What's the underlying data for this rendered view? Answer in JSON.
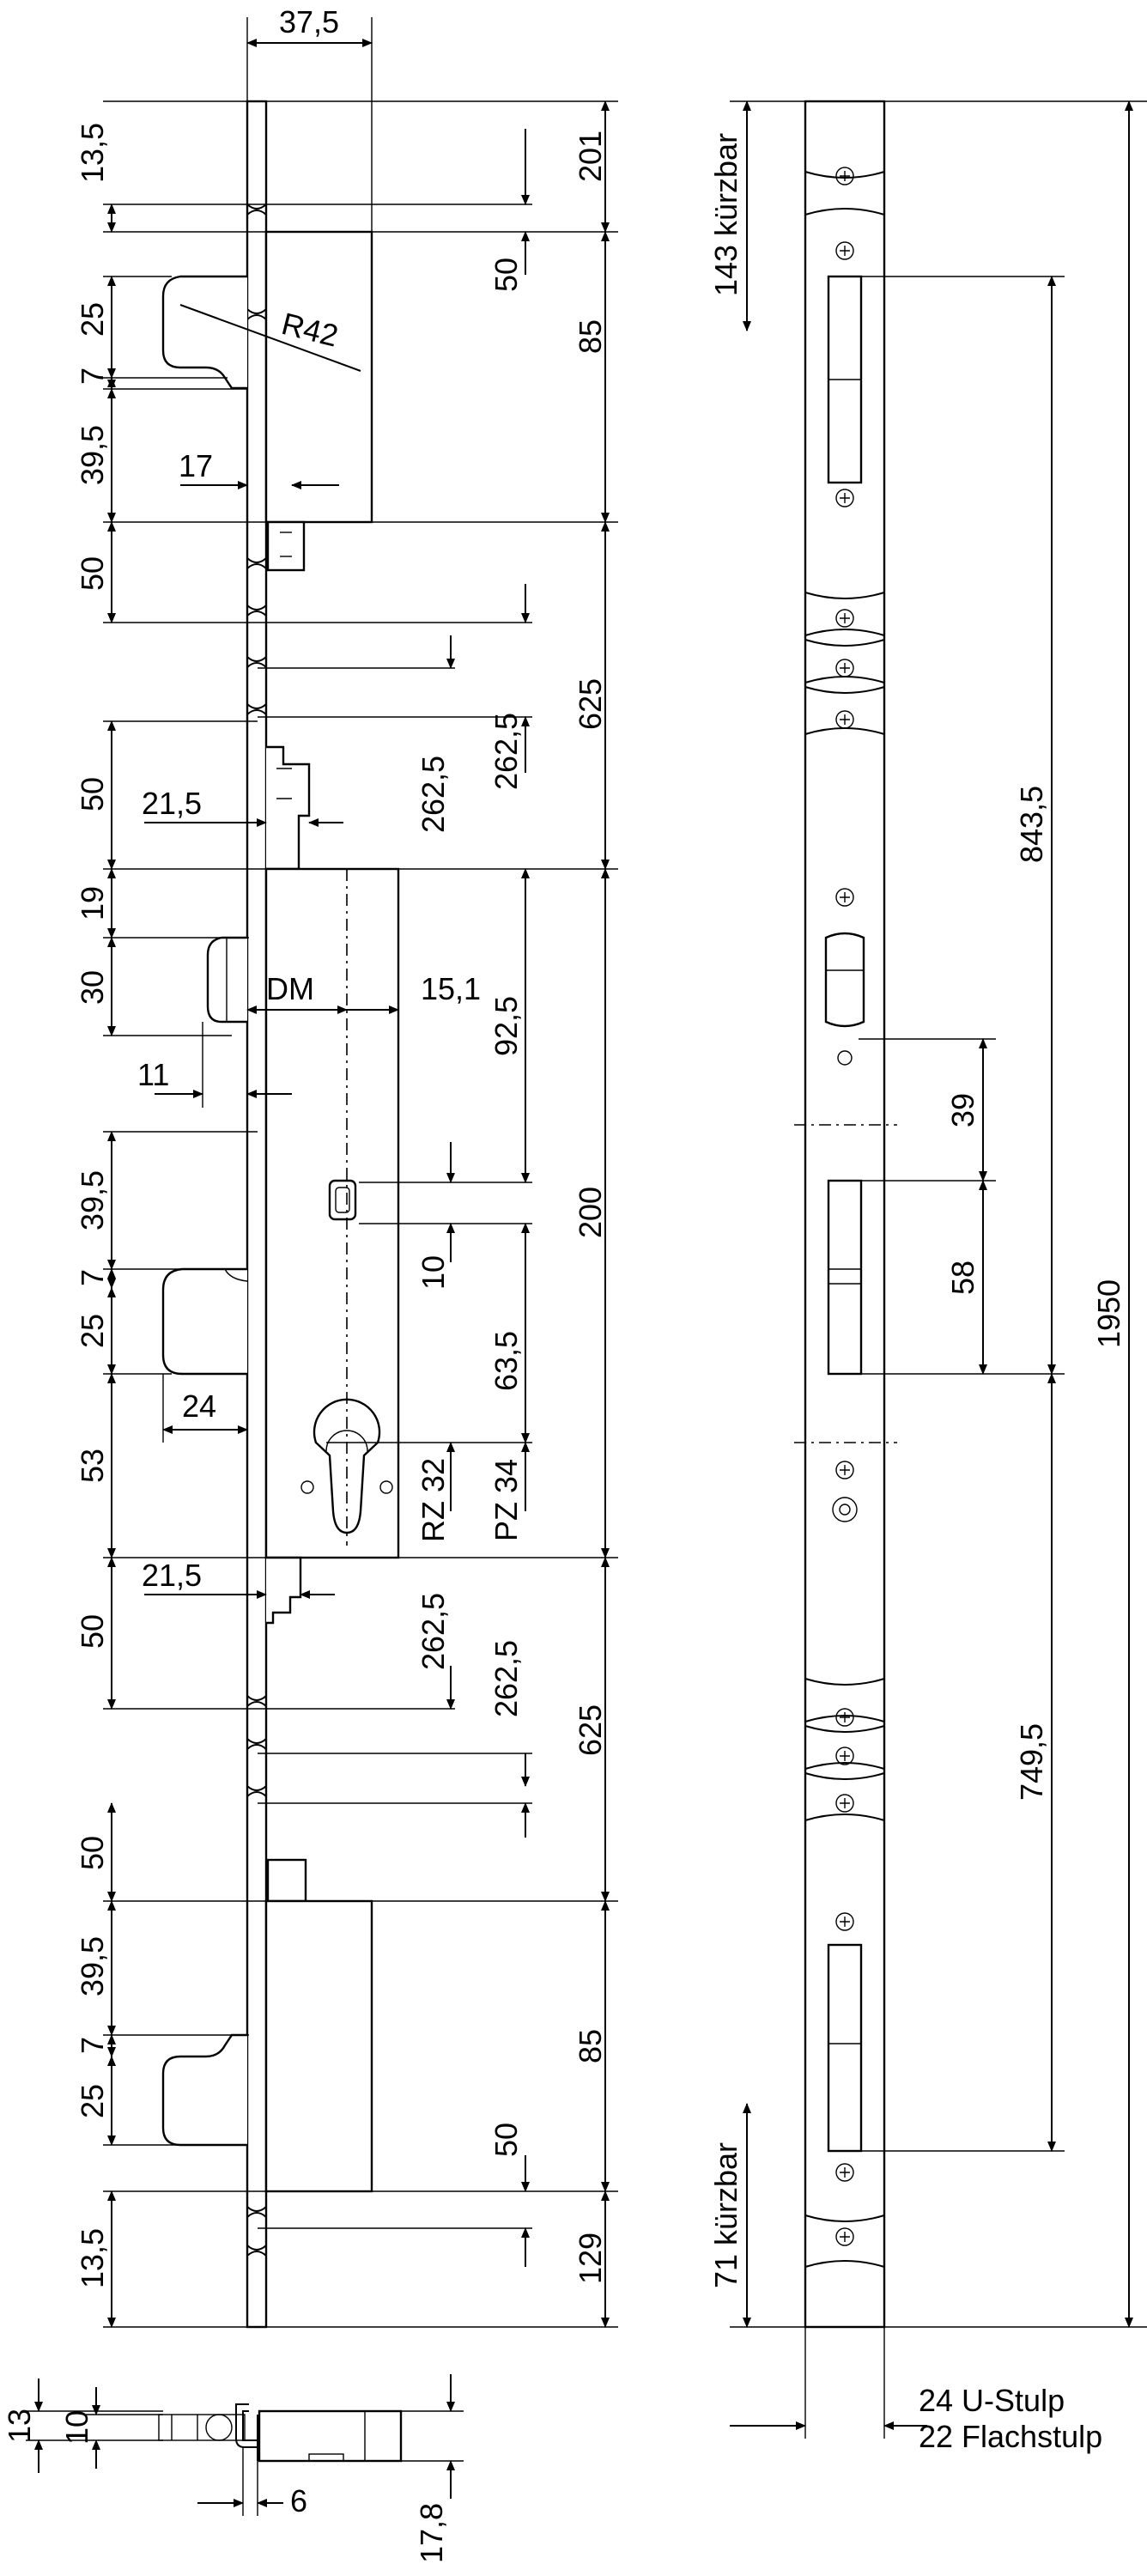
{
  "labels": {
    "top_width": "37,5",
    "d_13_5_top": "13,5",
    "d_201": "201",
    "d_50_a": "50",
    "d_25_a": "25",
    "d_7_a": "7",
    "radius": "R42",
    "d_85_a": "85",
    "d_39_5_a": "39,5",
    "d_17": "17",
    "d_50_b": "50",
    "d_625_a": "625",
    "d_262_5_a": "262,5",
    "d_262_5_b": "262,5",
    "d_50_c": "50",
    "d_21_5_a": "21,5",
    "d_19": "19",
    "d_30": "30",
    "dm": "DM",
    "d_15_1": "15,1",
    "d_92_5": "92,5",
    "d_11": "11",
    "d_39_5_b": "39,5",
    "d_7_b": "7",
    "d_10": "10",
    "d_200": "200",
    "d_25_b": "25",
    "d_24": "24",
    "d_63_5": "63,5",
    "d_53": "53",
    "rz": "RZ 32",
    "pz": "PZ 34",
    "d_50_d": "50",
    "d_21_5_b": "21,5",
    "d_262_5_c": "262,5",
    "d_262_5_d": "262,5",
    "d_625_b": "625",
    "d_50_e": "50",
    "d_39_5_c": "39,5",
    "d_7_c": "7",
    "d_85_b": "85",
    "d_25_c": "25",
    "d_50_f": "50",
    "d_13_5_bot": "13,5",
    "d_129": "129",
    "kurz_top": "143 kürzbar",
    "kurz_bot": "71 kürzbar",
    "d_843_5": "843,5",
    "d_39": "39",
    "d_58": "58",
    "d_1950": "1950",
    "d_749_5": "749,5",
    "u_stulp": "24 U-Stulp",
    "flach_stulp": "22 Flachstulp",
    "sec_13": "13",
    "sec_10": "10",
    "sec_6": "6",
    "sec_17_8": "17,8"
  }
}
